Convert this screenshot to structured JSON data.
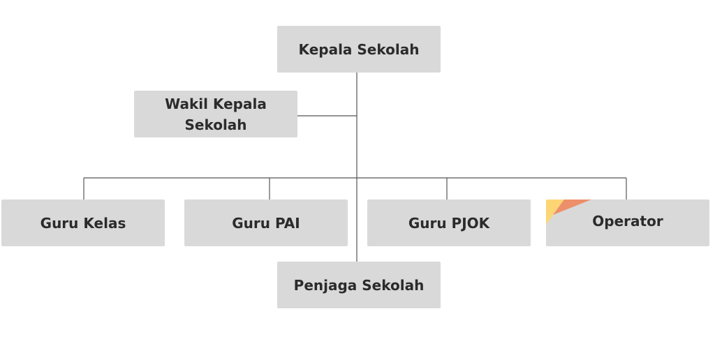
{
  "diagram": {
    "head": "Kepala Sekolah",
    "deputy": "Wakil Kepala Sekolah",
    "staff": [
      "Guru Kelas",
      "Guru PAI",
      "Guru PJOK",
      "Operator"
    ],
    "bottom": "Penjaga Sekolah"
  },
  "colors": {
    "box": "#d9d9d9",
    "text": "#2b2b2b",
    "line": "#555555",
    "accent_yellow": "#fdd574",
    "accent_orange": "#ec8f6a"
  }
}
